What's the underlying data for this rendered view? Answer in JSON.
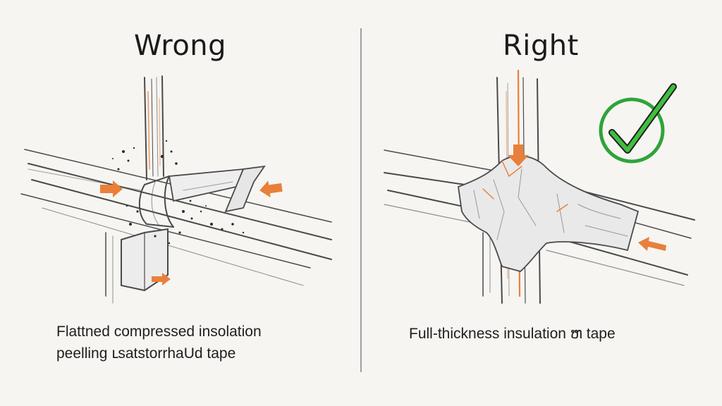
{
  "panels": {
    "wrong": {
      "title": "Wrong",
      "caption_line1": "Flattned compressed insolation",
      "caption_line2": "peelling ւsatstorrhaUd tape"
    },
    "right": {
      "title": "Right",
      "caption_line1": "Full-thickness insulation ຫ tape"
    }
  },
  "icons": {
    "checkmark": "check-circle-icon"
  },
  "colors": {
    "accent_orange": "#e8803a",
    "check_green": "#2fa33a",
    "pencil": "#4a4a4a"
  }
}
